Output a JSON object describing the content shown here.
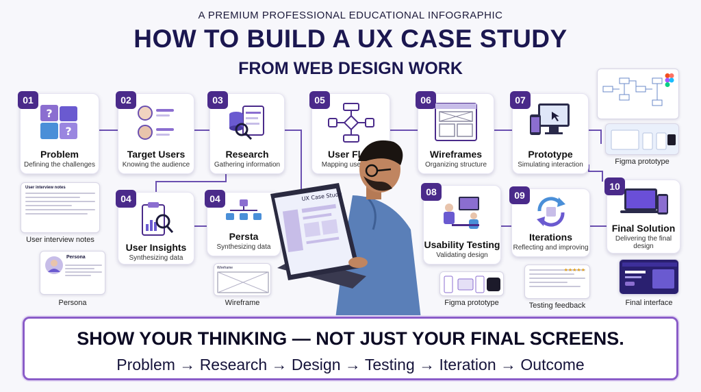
{
  "header": {
    "kicker": "A PREMIUM PROFESSIONAL EDUCATIONAL INFOGRAPHIC",
    "title": "HOW TO BUILD A UX CASE STUDY",
    "subtitle": "FROM WEB DESIGN WORK"
  },
  "steps": [
    {
      "num": "01",
      "label": "Problem",
      "sub": "Defining the challenges",
      "icon": "puzzle-icon"
    },
    {
      "num": "02",
      "label": "Target Users",
      "sub": "Knowing the audience",
      "icon": "users-icon"
    },
    {
      "num": "03",
      "label": "Research",
      "sub": "Gathering information",
      "icon": "research-icon"
    },
    {
      "num": "04",
      "label": "User Insights",
      "sub": "Synthesizing data",
      "icon": "clipboard-search-icon"
    },
    {
      "num": "04",
      "label": "Persta",
      "sub": "Synthesizing data",
      "icon": "persona-diagram-icon"
    },
    {
      "num": "05",
      "label": "User Flow",
      "sub": "Mapping user journ",
      "icon": "flowchart-icon"
    },
    {
      "num": "06",
      "label": "Wireframes",
      "sub": "Organizing structure",
      "icon": "wireframe-icon"
    },
    {
      "num": "07",
      "label": "Prototype",
      "sub": "Simulating interaction",
      "icon": "devices-icon"
    },
    {
      "num": "08",
      "label": "Usability Testing",
      "sub": "Validating design",
      "icon": "testing-icon"
    },
    {
      "num": "09",
      "label": "Iterations",
      "sub": "Reflecting and improving",
      "icon": "iteration-icon"
    },
    {
      "num": "10",
      "label": "Final Solution",
      "sub": "Delivering the final design",
      "icon": "final-devices-icon"
    }
  ],
  "thumbnails": {
    "interview_caption": "User interview notes",
    "interview_title": "User interview notes",
    "persona_caption": "Persona",
    "persona_title": "Persona",
    "wireframe_caption": "Wireframe",
    "wireframe_title": "Wireframe",
    "figma_top_caption": "Figma prototype",
    "figma_bottom_caption": "Figma prototype",
    "feedback_caption": "Testing feedback",
    "final_caption": "Final interface"
  },
  "laptop": {
    "screen_title": "UX Case Study"
  },
  "banner": {
    "main": "SHOW YOUR THINKING — NOT JUST YOUR FINAL SCREENS.",
    "flow": "Problem → Research → Design → Testing → Iteration → Outcome"
  },
  "colors": {
    "accent": "#4a2a8a",
    "banner_border": "#8a5cc8",
    "title": "#1b1750"
  }
}
